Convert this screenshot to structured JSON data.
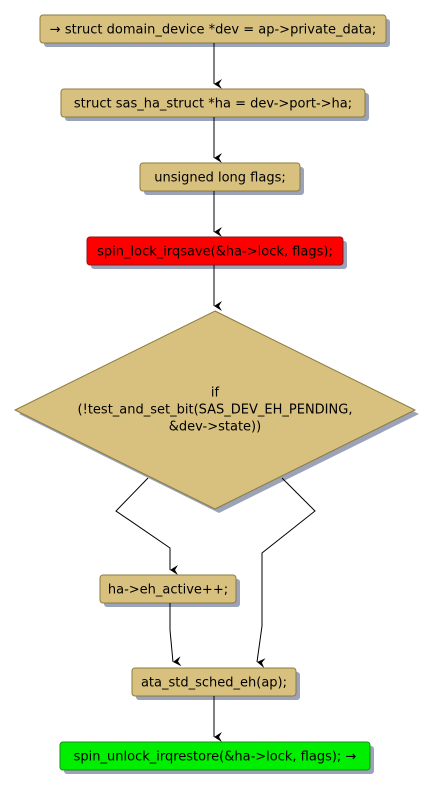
{
  "flowchart": {
    "nodes": {
      "assign_dev": "→ struct domain_device *dev = ap->private_data;",
      "assign_ha": "struct sas_ha_struct *ha = dev->port->ha;",
      "decl_flags": "unsigned long flags;",
      "lock": "spin_lock_irqsave(&ha->lock, flags);",
      "condition": {
        "line1": "if",
        "line2": "(!test_and_set_bit(SAS_DEV_EH_PENDING,",
        "line3": "&dev->state))"
      },
      "eh_active": "ha->eh_active++;",
      "sched_eh": "ata_std_sched_eh(ap);",
      "unlock": "spin_unlock_irqrestore(&ha->lock, flags); →"
    },
    "colors": {
      "node_fill": "#d8c17e",
      "lock_fill": "#ff0000",
      "unlock_fill": "#00ee00",
      "shadow": "#9aa3b8"
    }
  }
}
